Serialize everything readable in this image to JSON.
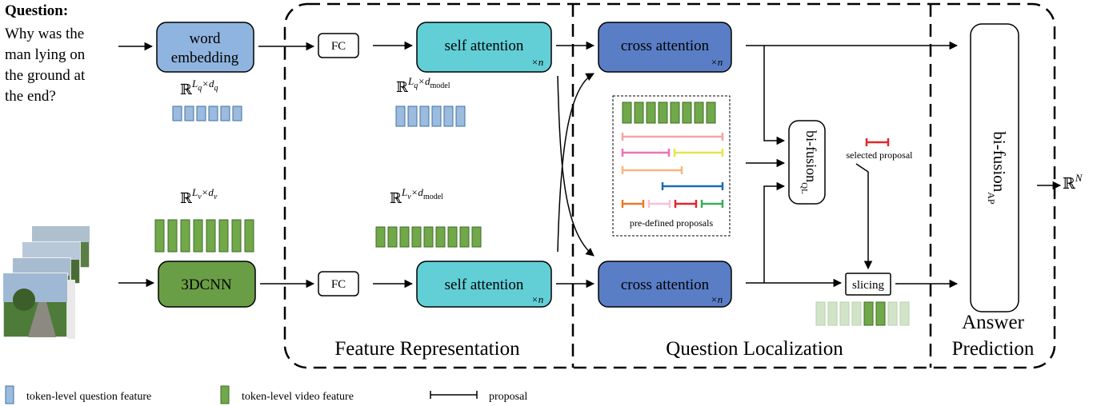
{
  "question": {
    "heading": "Question:",
    "lines": [
      "Why was the",
      "man lying on",
      "the ground at",
      "the end?"
    ]
  },
  "blocks": {
    "word_embedding": [
      "word",
      "embedding"
    ],
    "cnn": "3DCNN",
    "fc": "FC",
    "self_attention": "self attention",
    "cross_attention": "cross attention",
    "repeat_mark": "×n",
    "bifusion_ql": {
      "main": "bi-fusion",
      "sub": "QL"
    },
    "bifusion_ap": {
      "main": "bi-fusion",
      "sub": "AP"
    },
    "slicing": "slicing"
  },
  "dims": {
    "q_embed": {
      "base": "ℝ",
      "sup": "L",
      "sup_sub": "q",
      "times": "×d",
      "times_sub": "q"
    },
    "q_model": {
      "base": "ℝ",
      "sup": "L",
      "sup_sub": "q",
      "times": "×d",
      "times_sub": "model"
    },
    "v_embed": {
      "base": "ℝ",
      "sup": "L",
      "sup_sub": "v",
      "times": "×d",
      "times_sub": "v"
    },
    "v_model": {
      "base": "ℝ",
      "sup": "L",
      "sup_sub": "v",
      "times": "×d",
      "times_sub": "model"
    },
    "output": {
      "base": "ℝ",
      "sup": "N"
    }
  },
  "labels": {
    "predefined_proposals": "pre-defined proposals",
    "selected_proposal": "selected proposal"
  },
  "stages": {
    "feature_representation": "Feature Representation",
    "question_localization": "Question Localization",
    "answer_prediction": [
      "Answer",
      "Prediction"
    ]
  },
  "legend": {
    "question_feature": "token-level question feature",
    "video_feature": "token-level video feature",
    "proposal": "proposal"
  },
  "colors": {
    "question_token": "#9bbbe0",
    "video_token": "#70a84a",
    "word_embedding_fill": "#8fb4df",
    "cnn_fill": "#6a9e46",
    "self_attention_fill": "#62cfd6",
    "cross_attention_fill": "#5a7ec6",
    "faded_video_token": "#d2e4c8",
    "proposal_colors": [
      "#f4a6a0",
      "#ec73b5",
      "#e6e34e",
      "#f5b782",
      "#1f6bb0",
      "#e87b2c",
      "#f7bfd8",
      "#e2262b",
      "#3cae5a"
    ]
  }
}
